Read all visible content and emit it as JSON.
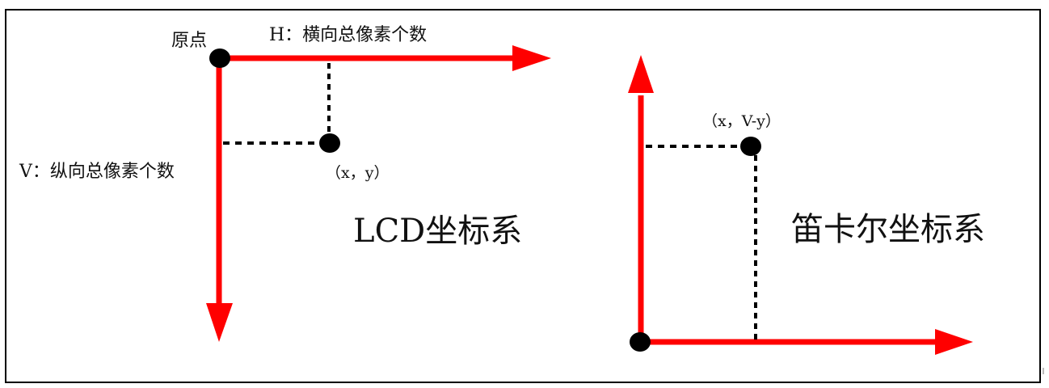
{
  "diagram": {
    "colors": {
      "axis": "#ff0000",
      "point": "#000000",
      "guide": "#000000",
      "frame": "#000000"
    },
    "lcd": {
      "title": "LCD坐标系",
      "origin_label": "原点",
      "h_axis_label": "H：横向总像素个数",
      "v_axis_label": "V：纵向总像素个数",
      "point_label": "（x，y）"
    },
    "cartesian": {
      "title": "笛卡尔坐标系",
      "point_label": "（x，V-y）"
    }
  }
}
